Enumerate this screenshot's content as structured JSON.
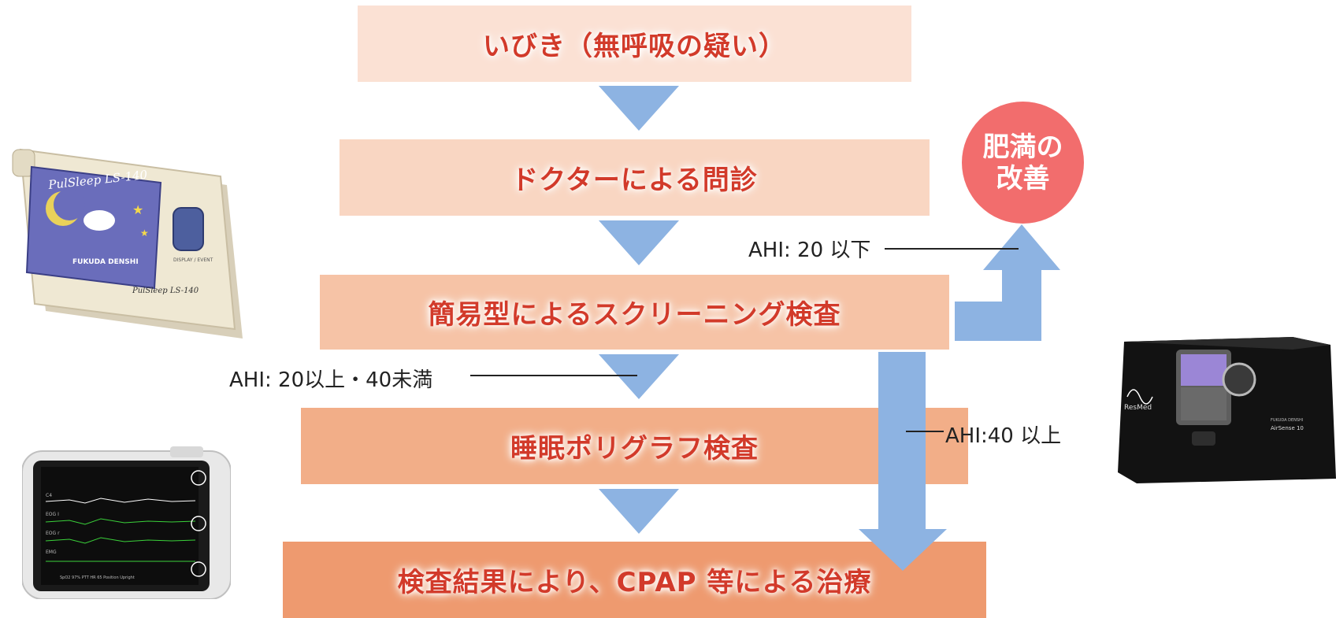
{
  "steps": [
    "いびき（無呼吸の疑い）",
    "ドクターによる問診",
    "簡易型によるスクリーニング検査",
    "睡眠ポリグラフ検査",
    "検査結果により、CPAP 等による治療"
  ],
  "badge": {
    "line1": "肥満の",
    "line2": "改善"
  },
  "labels": {
    "ahi_below_20": "AHI: 20 以下",
    "ahi_20_40": "AHI: 20以上・40未満",
    "ahi_40_above": "AHI:40 以上"
  },
  "devices": {
    "screening": {
      "brand_script": "PulSleep LS-140",
      "maker": "FUKUDA DENSHI",
      "model": "PulSleep LS-140",
      "button": "DISPLAY / EVENT"
    },
    "psg": {
      "channels": [
        "C4",
        "EOG I",
        "EOG r",
        "EMG"
      ],
      "footer": "SpO2  97%  PTT  HR  65  Position  Upright"
    },
    "cpap": {
      "brand": "ResMed",
      "model": "AirSense 10",
      "maker": "FUKUDA DENSHI"
    }
  },
  "colors": {
    "step_text": "#d23a2a",
    "arrow": "#8db3e2",
    "badge": "#f26d6d"
  }
}
